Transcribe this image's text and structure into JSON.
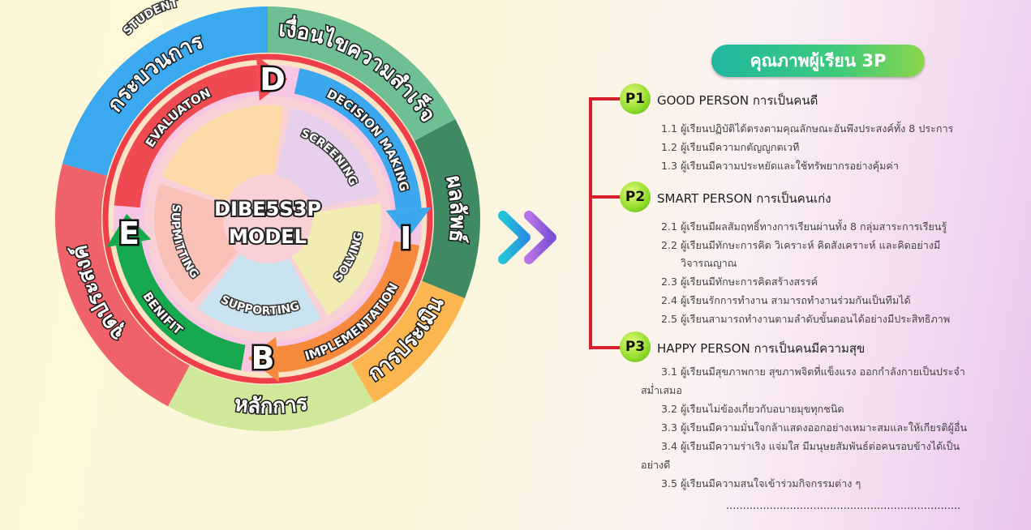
{
  "diagram": {
    "outer_ring": [
      {
        "label": "กระบวนการ",
        "color": "#3aa9ef"
      },
      {
        "label": "เงื่อนไขความสำเร็จ",
        "color": "#6fbf95"
      },
      {
        "label": "ผลลัพธ์",
        "color": "#3f8a63"
      },
      {
        "label": "การประเมิน",
        "color": "#fbb64f"
      },
      {
        "label": "หลักการ",
        "color": "#cfe89a"
      },
      {
        "label": "จุดประสงค์",
        "color": "#f0626a"
      }
    ],
    "cycle": [
      {
        "letter": "D",
        "label": "DECISION MAKING",
        "color": "#3aa7ef"
      },
      {
        "letter": "I",
        "label": "IMPLEMENTATION",
        "color": "#f58a3c"
      },
      {
        "letter": "B",
        "label": "BENIFIT",
        "color": "#17a94d"
      },
      {
        "letter": "E",
        "label": "EVALUATON",
        "color": "#ef4a52"
      }
    ],
    "inner": [
      {
        "label": "STUDENT",
        "color": "#fcd9a6"
      },
      {
        "label": "SCREENING",
        "color": "#e6d0ec"
      },
      {
        "label": "SOLVING",
        "color": "#f0ecb2"
      },
      {
        "label": "SUPPORTING",
        "color": "#c8e2ef"
      },
      {
        "label": "SUPMITTING",
        "color": "#f8c0b6"
      }
    ],
    "center_line1": "DIBE5S3P",
    "center_line2": "MODEL"
  },
  "quality": {
    "title": "คุณภาพผู้เรียน 3P",
    "groups": [
      {
        "badge": "P1",
        "heading": "GOOD PERSON การเป็นคนดี",
        "items": [
          "1.1 ผู้เรียนปฏิบัติได้ตรงตามคุณลักษณะอันพึงประสงค์ทั้ง 8 ประการ",
          "1.2 ผู้เรียนมีความกตัญญูกตเวที",
          "1.3 ผู้เรียนมีความประหยัดและใช้ทรัพยากรอย่างคุ้มค่า"
        ]
      },
      {
        "badge": "P2",
        "heading": "SMART PERSON การเป็นคนเก่ง",
        "items": [
          "2.1 ผู้เรียนมีผลสัมฤทธิ์ทางการเรียนผ่านทั้ง 8 กลุ่มสาระการเรียนรู้",
          "2.2 ผู้เรียนมีทักษะการคิด วิเคราะห์ คิดสังเคราะห์ และคิดอย่างมี",
          "วิจารณญาณ",
          "2.3 ผู้เรียนมีทักษะการคิดสร้างสรรค์",
          "2.4 ผู้เรียนรักการทำงาน สามารถทำงานร่วมกันเป็นทีมได้",
          "2.5 ผู้เรียนสามารถทำงานตามลำดับขั้นตอนได้อย่างมีประสิทธิภาพ"
        ]
      },
      {
        "badge": "P3",
        "heading": "HAPPY PERSON การเป็นคนมีความสุข",
        "items": [
          "3.1 ผู้เรียนมีสุขภาพกาย สุขภาพจิตที่แข็งแรง ออกกำลังกายเป็นประจำ",
          "สม่ำเสมอ",
          "3.2 ผู้เรียนไม่ข้องเกี่ยวกับอบายมุขทุกชนิด",
          "3.3 ผู้เรียนมีความมั่นใจกล้าแสดงออกอย่างเหมาะสมและให้เกียรติผู้อื่น",
          "3.4 ผู้เรียนมีความร่าเริง แจ่มใส มีมนุษยสัมพันธ์ต่อคนรอบข้างได้เป็น",
          "อย่างดี",
          "3.5 ผู้เรียนมีความสนใจเข้าร่วมกิจกรรมต่าง ๆ"
        ]
      }
    ],
    "trailing_dots": "......................................................................"
  }
}
